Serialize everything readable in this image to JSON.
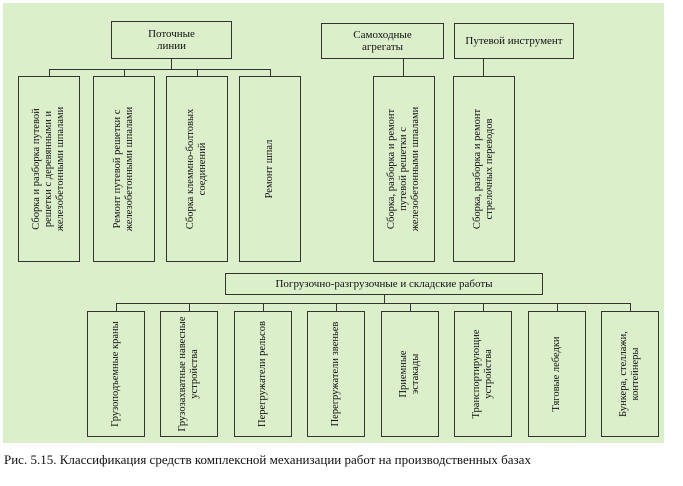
{
  "top_groups": {
    "flow_lines": "Поточные\nлинии",
    "self_propelled": "Самоходные\nагрегаты",
    "track_tools": "Путевой инструмент"
  },
  "flow_line_items": [
    "Сборка и разборка путевой\nрешетки с деревянными и\nжелезобетонными шпалами",
    "Ремонт путевой решетки с\nжелезобетонными шпалами",
    "Сборка клеммно-болтовых\nсоединений",
    "Ремонт шпал"
  ],
  "self_propelled_item": "Сборка, разборка и ремонт\nпутевой решетки с\nжелезобетонными шпалами",
  "track_tools_item": "Сборка, разборка и ремонт\nстрелочных переводов",
  "loading": {
    "title": "Погрузочно-разгрузочные и складские работы",
    "items": [
      "Грузоподъемные краны",
      "Грузозахватные навесные\nустройства",
      "Перегружатели рельсов",
      "Перегружатели звеньев",
      "Приемные\nэстакады",
      "Транспортирующие\nустройства",
      "Тяговые лебедки",
      "Бункера, стеллажи,\nконтейнеры"
    ]
  },
  "caption": "Рис. 5.15. Классификация средств комплексной механизации работ на производственных базах"
}
